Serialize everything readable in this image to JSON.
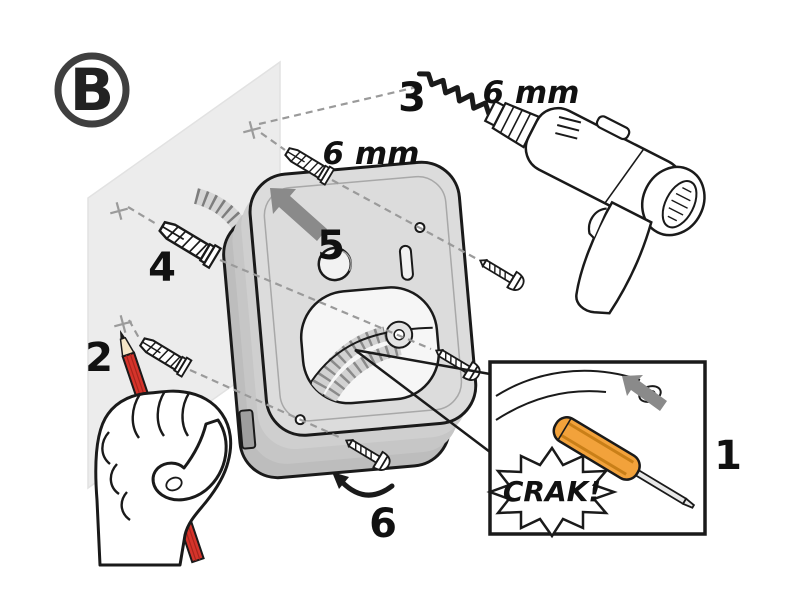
{
  "diagram": {
    "panel_label": "B",
    "steps": {
      "inset_detail": "1",
      "mark_holes": "2",
      "drill_holes": "3",
      "insert_plugs": "4",
      "place_bracket": "5",
      "fasten_screw": "6"
    },
    "annotations": {
      "drill_bit_diameter": "6 mm",
      "plug_diameter": "6 mm",
      "sound_effect": "CRAK!"
    },
    "colors": {
      "outline": "#1a1a1a",
      "wall_panel": "#ececec",
      "bracket_face": "#dcdcdc",
      "bracket_side": "#bdbdbd",
      "arrow_gray": "#8a8a8a",
      "dashed_guide": "#9a9a9a",
      "pencil_red": "#d5342b",
      "screwdriver_handle_orange": "#f2a23b"
    }
  }
}
